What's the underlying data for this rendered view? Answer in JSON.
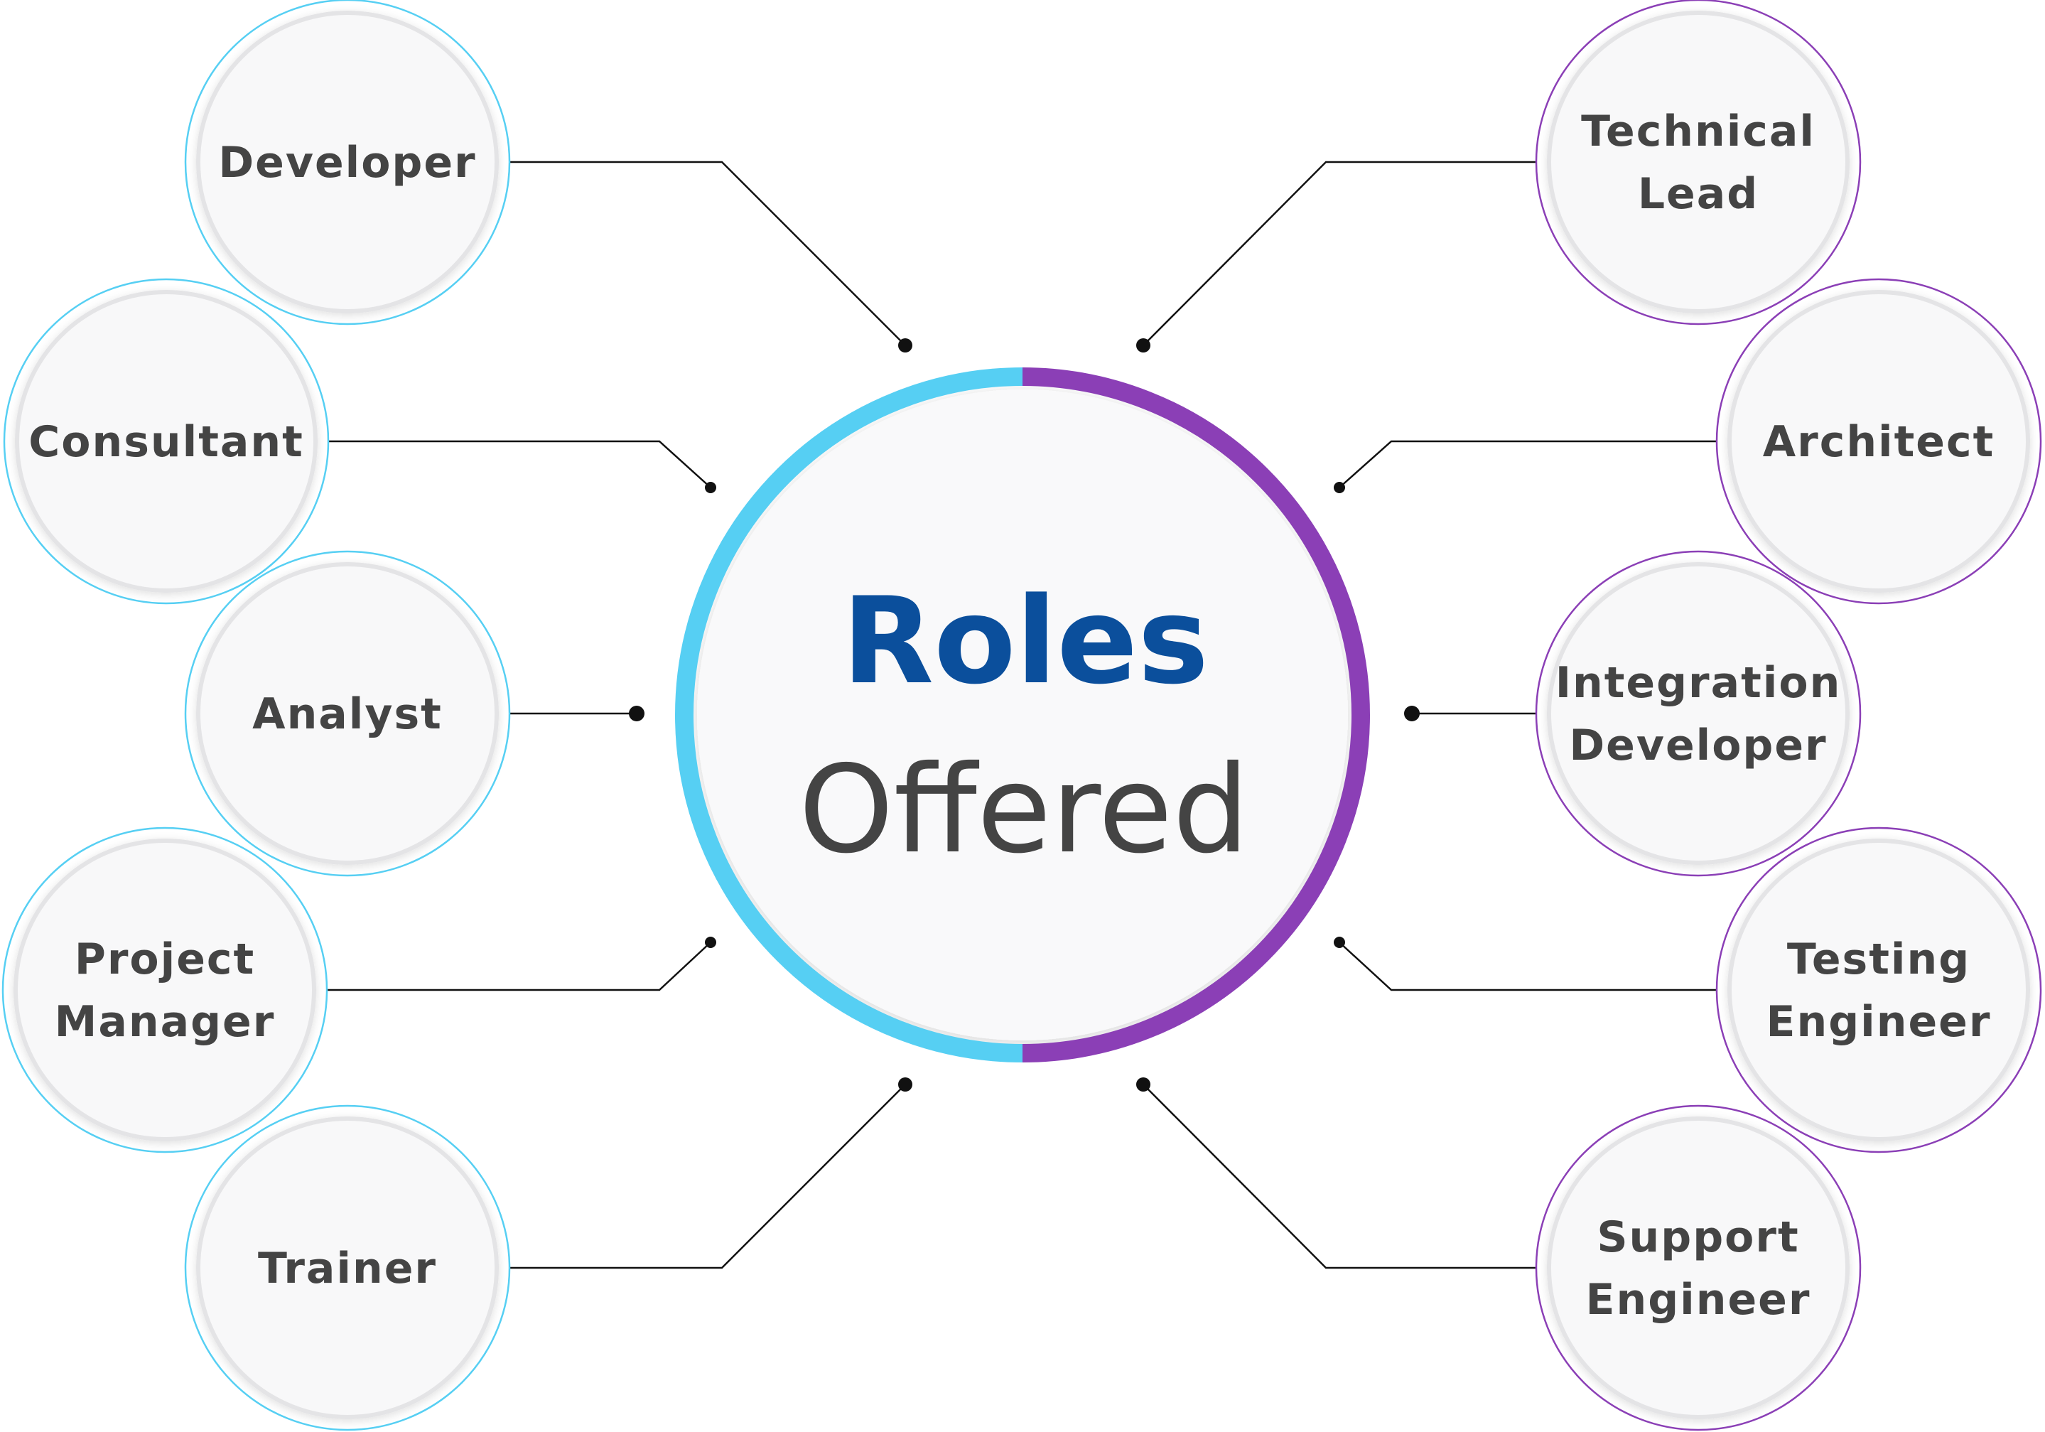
{
  "hub": {
    "title": "Roles",
    "subtitle": "Offered"
  },
  "colors": {
    "left_accent": "#56cff3",
    "right_accent": "#8b3fb6",
    "title_color": "#0b4f9c",
    "subtitle_color": "#444444",
    "label_color": "#444444",
    "connector_color": "#111111"
  },
  "roles_left": [
    {
      "label": [
        "Developer"
      ]
    },
    {
      "label": [
        "Consultant"
      ]
    },
    {
      "label": [
        "Analyst"
      ]
    },
    {
      "label": [
        "Project",
        "Manager"
      ]
    },
    {
      "label": [
        "Trainer"
      ]
    }
  ],
  "roles_right": [
    {
      "label": [
        "Technical",
        "Lead"
      ]
    },
    {
      "label": [
        "Architect"
      ]
    },
    {
      "label": [
        "Integration",
        "Developer"
      ]
    },
    {
      "label": [
        "Testing",
        "Engineer"
      ]
    },
    {
      "label": [
        "Support",
        "Engineer"
      ]
    }
  ]
}
